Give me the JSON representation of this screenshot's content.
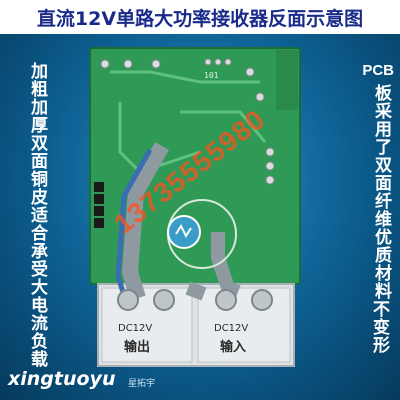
{
  "header": {
    "title": "直流12V单路大功率接收器反面示意图"
  },
  "left_caption": "加粗加厚双面铜皮适合承受大电流负载",
  "right_caption": {
    "pcb": "PCB",
    "line1": "板采用了双面纤维优质材料",
    "line2": "不变形"
  },
  "board": {
    "terminals": [
      {
        "voltage": "DC12V",
        "label": "输出"
      },
      {
        "voltage": "DC12V",
        "label": "输入"
      }
    ],
    "silkscreen": "101"
  },
  "watermark": "13735555980",
  "brand": {
    "name": "xingtuoyu",
    "sub": "星拓宇"
  },
  "colors": {
    "pcb_green": "#2f9a55",
    "background_blue": "#1a74ab",
    "title_text": "#1a2a8a",
    "watermark": "#ff501e"
  }
}
